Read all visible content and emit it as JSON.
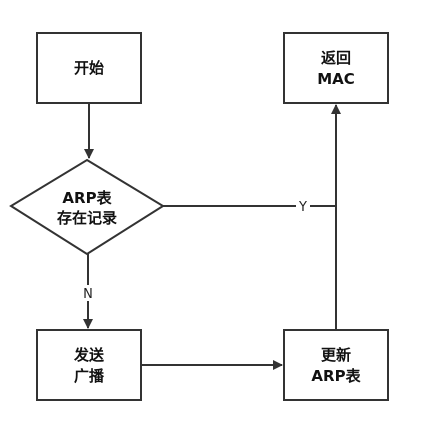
{
  "nodes": {
    "start": {
      "line1": "开始"
    },
    "decision": {
      "line1": "ARP表",
      "line2": "存在记录"
    },
    "send_broadcast": {
      "line1": "发送",
      "line2": "广播"
    },
    "update_table": {
      "line1": "更新",
      "line2": "ARP表"
    },
    "return_mac": {
      "line1": "返回",
      "line2": "MAC"
    }
  },
  "edges": {
    "yes_label": "Y",
    "no_label": "N"
  },
  "colors": {
    "stroke": "#333333",
    "text": "#111111",
    "background": "#ffffff"
  }
}
